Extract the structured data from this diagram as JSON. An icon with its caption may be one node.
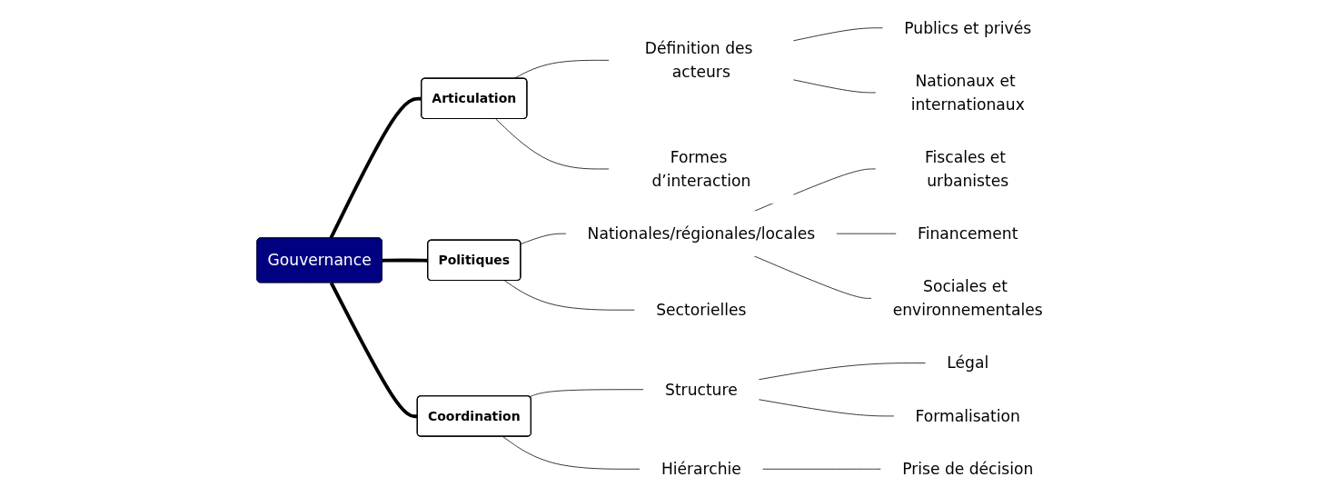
{
  "diagram": {
    "nodes": [
      {
        "text": [
          "Gouvernance"
        ]
      },
      {
        "text": [
          "Articulation"
        ]
      },
      {
        "text": [
          "Définition des acteurs"
        ]
      },
      {
        "text": [
          "Publics et privés"
        ]
      },
      {
        "text": [
          "Nationaux et internationaux"
        ]
      },
      {
        "text": [
          "Formes d’interaction"
        ]
      },
      {
        "text": [
          "Politiques"
        ]
      },
      {
        "text": [
          "Nationales/régionales/locales"
        ]
      },
      {
        "text": [
          "Fiscales et urbanistes"
        ]
      },
      {
        "text": [
          "Financement"
        ]
      },
      {
        "text": [
          "Sociales et environnementales"
        ]
      },
      {
        "text": [
          "Sectorielles"
        ]
      },
      {
        "text": [
          "Coordination"
        ]
      },
      {
        "text": [
          "Structure"
        ]
      },
      {
        "text": [
          "Légal"
        ]
      },
      {
        "text": [
          "Formalisation"
        ]
      },
      {
        "text": [
          "Hiérarchie"
        ]
      },
      {
        "text": [
          "Prise de décision"
        ]
      }
    ],
    "edges": [
      {
        "from": 0,
        "to": 1,
        "arrow": "none",
        "style": "thick"
      },
      {
        "from": 1,
        "to": 2,
        "arrow": "none"
      },
      {
        "from": 2,
        "to": 3,
        "arrow": "none"
      },
      {
        "from": 2,
        "to": 4,
        "arrow": "none"
      },
      {
        "from": 1,
        "to": 5,
        "arrow": "none"
      },
      {
        "from": 0,
        "to": 6,
        "arrow": "none",
        "style": "thick"
      },
      {
        "from": 6,
        "to": 7,
        "arrow": "none"
      },
      {
        "from": 7,
        "to": 8,
        "arrow": "none"
      },
      {
        "from": 7,
        "to": 9,
        "arrow": "none"
      },
      {
        "from": 7,
        "to": 10,
        "arrow": "none"
      },
      {
        "from": 6,
        "to": 11,
        "arrow": "none"
      },
      {
        "from": 0,
        "to": 12,
        "arrow": "none",
        "style": "thick"
      },
      {
        "from": 12,
        "to": 13,
        "arrow": "none"
      },
      {
        "from": 13,
        "to": 14,
        "arrow": "none"
      },
      {
        "from": 13,
        "to": 15,
        "arrow": "none"
      },
      {
        "from": 12,
        "to": 16,
        "arrow": "none"
      },
      {
        "from": 16,
        "to": 17,
        "arrow": "none"
      }
    ]
  }
}
